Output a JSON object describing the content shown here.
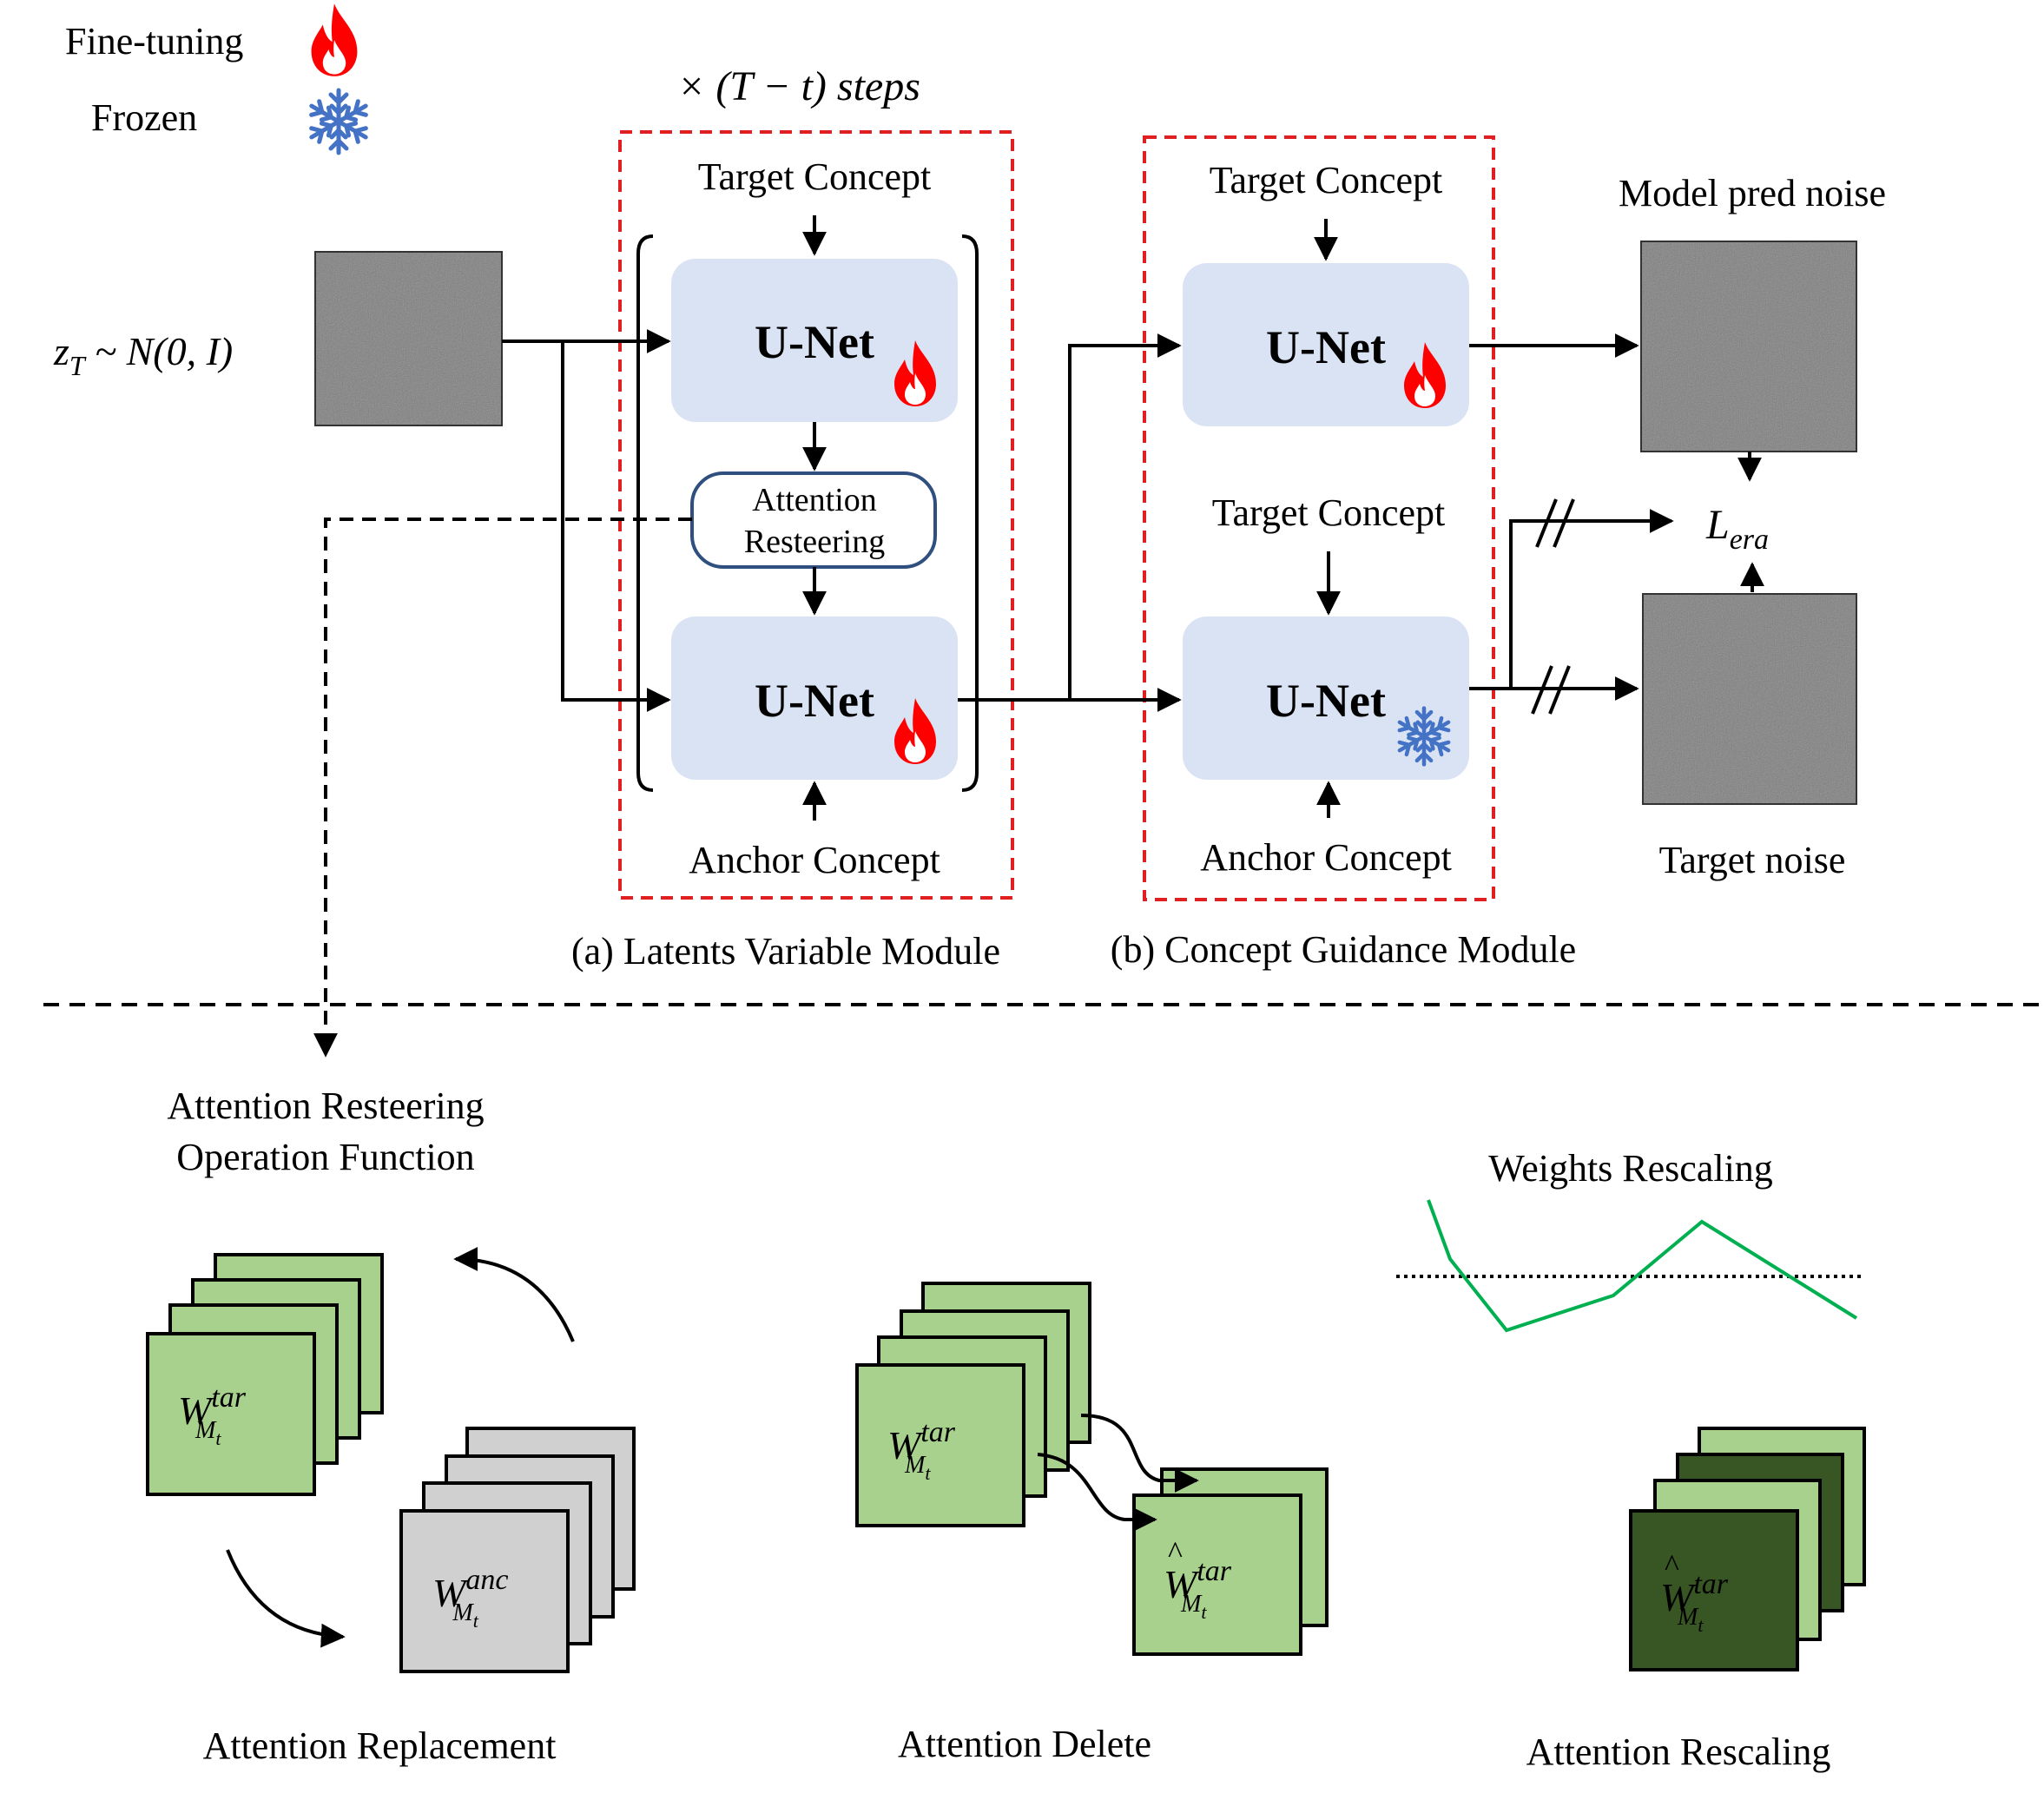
{
  "legend": {
    "finetune_label": "Fine-tuning",
    "frozen_label": "Frozen",
    "finetune_icon": "fire-icon",
    "frozen_icon": "snowflake-icon",
    "fire_color": "#ff0000",
    "snow_color": "#4472c4"
  },
  "input": {
    "latent_label": "z",
    "latent_sub": "T",
    "latent_dist": " ~ N(0, I)"
  },
  "module_a": {
    "steps_label": "× (T − t) steps",
    "top_concept": "Target Concept",
    "bottom_concept": "Anchor Concept",
    "unet_top": "U-Net",
    "unet_bottom": "U-Net",
    "attention_line1": "Attention",
    "attention_line2": "Resteering",
    "caption": "(a) Latents Variable Module"
  },
  "module_b": {
    "top_concept": "Target Concept",
    "mid_concept": "Target Concept",
    "bottom_concept": "Anchor Concept",
    "unet_top": "U-Net",
    "unet_bottom": "U-Net",
    "caption": "(b) Concept Guidance Module"
  },
  "outputs": {
    "model_pred_label": "Model pred noise",
    "target_noise_label": "Target noise",
    "loss_main": "L",
    "loss_sub": "era"
  },
  "bottom": {
    "section_title_line1": "Attention Resteering",
    "section_title_line2": "Operation Function",
    "replacement_caption": "Attention Replacement",
    "delete_caption": "Attention Delete",
    "rescaling_caption": "Attention Rescaling",
    "weights_rescaling_label": "Weights Rescaling",
    "w_main": "W",
    "w_tar_sup": "tar",
    "w_anc_sup": "anc",
    "w_sub": "M",
    "w_subsub": "t",
    "w_hat": "^"
  },
  "colors": {
    "unet_fill": "#dae3f3",
    "dashed_box": "#e02020",
    "green_light": "#a9d18e",
    "green_dark": "#375623",
    "gray_card": "#d0d0d0",
    "curve_green": "#00b050",
    "attention_border": "#2f4f7f"
  }
}
